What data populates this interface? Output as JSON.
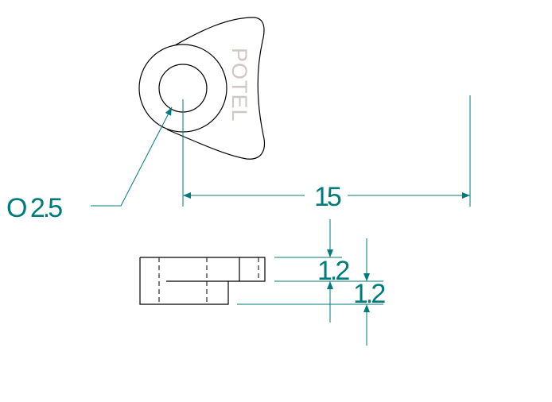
{
  "part_label": "POTEL",
  "dimensions": {
    "hole_diameter": "O 2.5",
    "width": "15",
    "upper_thickness": "1.2",
    "lower_thickness": "1.2"
  },
  "colors": {
    "outline": "#000000",
    "dimension": "#007a7a",
    "engraving": "#cfc7c4"
  }
}
